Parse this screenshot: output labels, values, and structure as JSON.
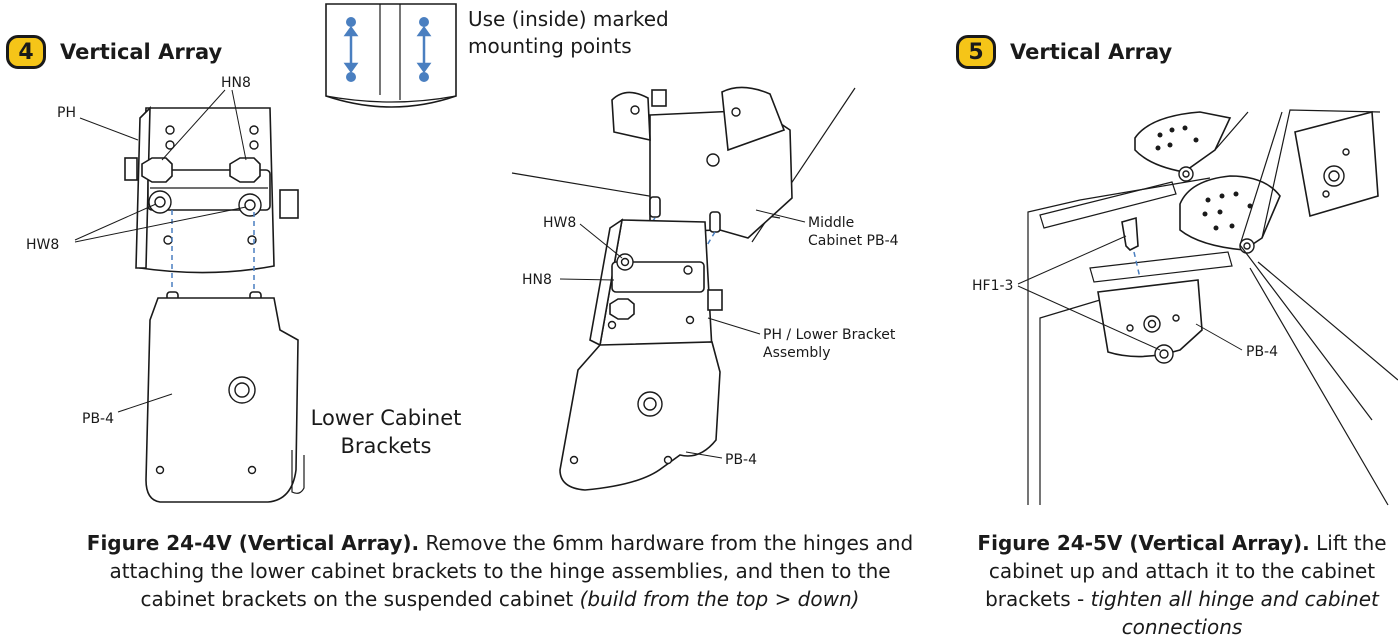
{
  "step4": {
    "number": "4",
    "title": "Vertical Array"
  },
  "step5": {
    "number": "5",
    "title": "Vertical Array"
  },
  "inset_note": {
    "line1": "Use (inside) marked",
    "line2": "mounting points"
  },
  "lower_cabinet": {
    "line1": "Lower Cabinet",
    "line2": "Brackets"
  },
  "labels": {
    "ph": "PH",
    "hn8_left": "HN8",
    "hw8_left": "HW8",
    "pb4_left": "PB-4",
    "hw8_mid": "HW8",
    "hn8_mid": "HN8",
    "middle_cabinet_1": "Middle",
    "middle_cabinet_2": "Cabinet PB-4",
    "ph_lower_1": "PH / Lower Bracket",
    "ph_lower_2": "Assembly",
    "pb4_mid": "PB-4",
    "hf13": "HF1-3",
    "pb4_right": "PB-4"
  },
  "caption_left": {
    "bold": "Figure 24-4V (Vertical Array).",
    "text1": " Remove the 6mm hardware from the hinges and",
    "text2": "attaching the lower cabinet brackets to the hinge assemblies, and then to the",
    "text3": "cabinet brackets on the suspended cabinet ",
    "italic": "(build from the top > down)"
  },
  "caption_right": {
    "bold": "Figure 24-5V (Vertical Array).",
    "text1": " Lift the",
    "text2": "cabinet up and attach it to the cabinet",
    "text3": "brackets - ",
    "italic1": "tighten all hinge and cabinet",
    "italic2": "connections"
  },
  "colors": {
    "badge": "#f5c518",
    "accent": "#4a7fc0",
    "ink": "#1a1a1a"
  }
}
